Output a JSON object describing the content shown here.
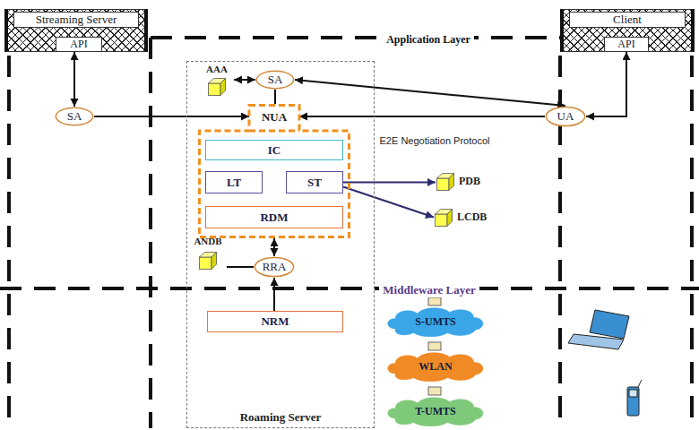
{
  "diagram": {
    "nodes": [
      {
        "text": [
          "Streaming Server"
        ]
      },
      {
        "text": [
          "API"
        ],
        "in": 0
      },
      {
        "text": [
          "Client"
        ]
      },
      {
        "text": [
          "API"
        ],
        "in": 2
      },
      {
        "text": [
          "SA"
        ]
      },
      {
        "text": [
          "UA"
        ]
      },
      {
        "text": [
          "Roaming Server"
        ]
      },
      {
        "text": [
          "AAA"
        ],
        "in": 6
      },
      {
        "text": [
          "SA"
        ],
        "in": 6
      },
      {
        "text": [
          "NUA"
        ],
        "in": 6
      },
      {
        "text": [
          "IC"
        ],
        "in": 9
      },
      {
        "text": [
          "LT"
        ],
        "in": 9
      },
      {
        "text": [
          "ST"
        ],
        "in": 9
      },
      {
        "text": [
          "RDM"
        ],
        "in": 9
      },
      {
        "text": [
          "ANDB"
        ],
        "in": 6
      },
      {
        "text": [
          "RRA"
        ],
        "in": 6
      },
      {
        "text": [
          "NRM"
        ],
        "in": 6
      },
      {
        "text": [
          "PDB"
        ]
      },
      {
        "text": [
          "LCDB"
        ]
      },
      {
        "text": [
          "S-UMTS"
        ]
      },
      {
        "text": [
          "WLAN"
        ]
      },
      {
        "text": [
          "T-UMTS"
        ]
      }
    ],
    "edges": [
      {
        "from": 1,
        "to": 4,
        "arrow": "both"
      },
      {
        "from": 3,
        "to": 5,
        "arrow": "both"
      },
      {
        "from": 7,
        "to": 8,
        "arrow": "both"
      },
      {
        "from": 8,
        "to": 9,
        "arrow": "none"
      },
      {
        "from": 4,
        "to": 9,
        "arrow": "to"
      },
      {
        "from": 5,
        "to": 9,
        "arrow": "to"
      },
      {
        "from": 8,
        "to": 5,
        "arrow": "both"
      },
      {
        "from": 12,
        "to": 17,
        "arrow": "to"
      },
      {
        "from": 12,
        "to": 18,
        "arrow": "to"
      },
      {
        "from": 9,
        "to": 15,
        "arrow": "both"
      },
      {
        "from": 14,
        "to": 15,
        "arrow": "none"
      },
      {
        "from": 16,
        "to": 15,
        "arrow": "to"
      }
    ],
    "labels": [
      "Application Layer",
      "E2E Negotiation Protocol",
      "Middleware Layer"
    ]
  }
}
